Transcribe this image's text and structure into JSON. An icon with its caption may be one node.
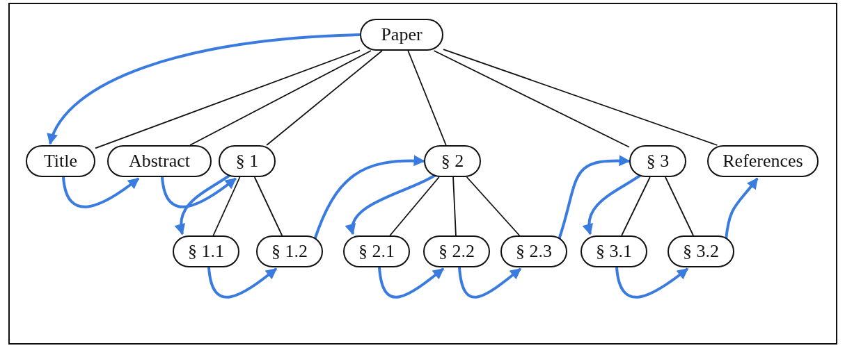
{
  "diagram": {
    "nodes": [
      {
        "text": [
          "Paper"
        ]
      },
      {
        "text": [
          "Title"
        ]
      },
      {
        "text": [
          "Abstract"
        ]
      },
      {
        "text": [
          "§ 1"
        ]
      },
      {
        "text": [
          "§ 2"
        ]
      },
      {
        "text": [
          "§ 3"
        ]
      },
      {
        "text": [
          "References"
        ]
      },
      {
        "text": [
          "§ 1.1"
        ]
      },
      {
        "text": [
          "§ 1.2"
        ]
      },
      {
        "text": [
          "§ 2.1"
        ]
      },
      {
        "text": [
          "§ 2.2"
        ]
      },
      {
        "text": [
          "§ 2.3"
        ]
      },
      {
        "text": [
          "§ 3.1"
        ]
      },
      {
        "text": [
          "§ 3.2"
        ]
      }
    ],
    "edges": [
      {
        "from": 0,
        "to": 1,
        "arrow": "none"
      },
      {
        "from": 0,
        "to": 2,
        "arrow": "none"
      },
      {
        "from": 0,
        "to": 3,
        "arrow": "none"
      },
      {
        "from": 0,
        "to": 4,
        "arrow": "none"
      },
      {
        "from": 0,
        "to": 5,
        "arrow": "none"
      },
      {
        "from": 0,
        "to": 6,
        "arrow": "none"
      },
      {
        "from": 3,
        "to": 7,
        "arrow": "none"
      },
      {
        "from": 3,
        "to": 8,
        "arrow": "none"
      },
      {
        "from": 4,
        "to": 9,
        "arrow": "none"
      },
      {
        "from": 4,
        "to": 10,
        "arrow": "none"
      },
      {
        "from": 4,
        "to": 11,
        "arrow": "none"
      },
      {
        "from": 5,
        "to": 12,
        "arrow": "none"
      },
      {
        "from": 5,
        "to": 13,
        "arrow": "none"
      },
      {
        "from": 0,
        "to": 1,
        "arrow": "to",
        "style": "thick",
        "color": "#3a7be0"
      },
      {
        "from": 1,
        "to": 2,
        "arrow": "to",
        "style": "thick",
        "color": "#3a7be0"
      },
      {
        "from": 2,
        "to": 3,
        "arrow": "to",
        "style": "thick",
        "color": "#3a7be0"
      },
      {
        "from": 3,
        "to": 7,
        "arrow": "to",
        "style": "thick",
        "color": "#3a7be0"
      },
      {
        "from": 7,
        "to": 8,
        "arrow": "to",
        "style": "thick",
        "color": "#3a7be0"
      },
      {
        "from": 8,
        "to": 4,
        "arrow": "to",
        "style": "thick",
        "color": "#3a7be0"
      },
      {
        "from": 4,
        "to": 9,
        "arrow": "to",
        "style": "thick",
        "color": "#3a7be0"
      },
      {
        "from": 9,
        "to": 10,
        "arrow": "to",
        "style": "thick",
        "color": "#3a7be0"
      },
      {
        "from": 10,
        "to": 11,
        "arrow": "to",
        "style": "thick",
        "color": "#3a7be0"
      },
      {
        "from": 11,
        "to": 5,
        "arrow": "to",
        "style": "thick",
        "color": "#3a7be0"
      },
      {
        "from": 5,
        "to": 12,
        "arrow": "to",
        "style": "thick",
        "color": "#3a7be0"
      },
      {
        "from": 12,
        "to": 13,
        "arrow": "to",
        "style": "thick",
        "color": "#3a7be0"
      },
      {
        "from": 13,
        "to": 6,
        "arrow": "to",
        "style": "thick",
        "color": "#3a7be0"
      }
    ]
  }
}
